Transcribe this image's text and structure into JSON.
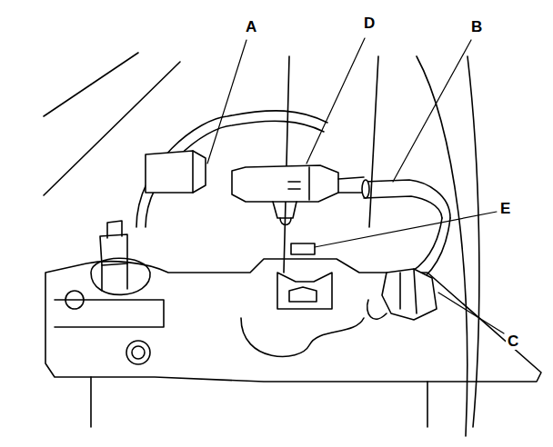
{
  "diagram": {
    "labels": [
      "A",
      "D",
      "B",
      "E",
      "C"
    ]
  }
}
